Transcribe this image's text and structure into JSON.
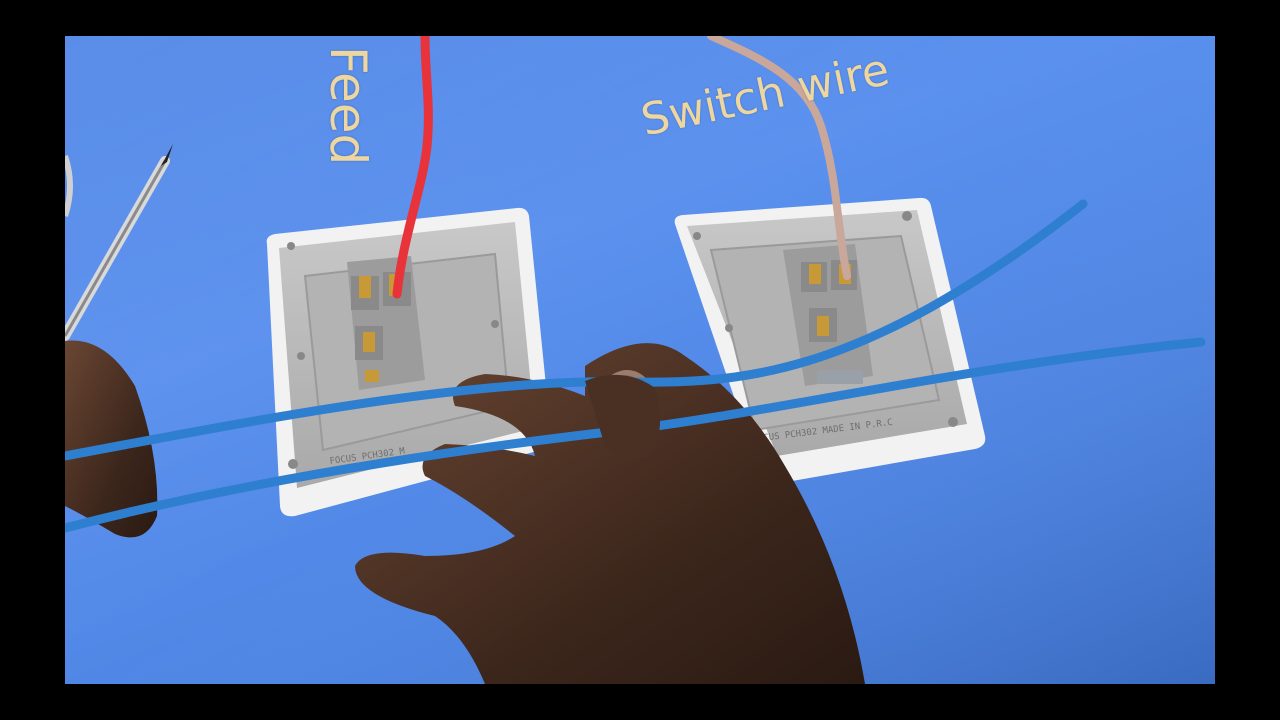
{
  "captions": {
    "feed": "Feed",
    "switch_wire": "Switch wire"
  },
  "switches": {
    "left_print": "FOCUS PCH302 M",
    "right_print": "FOCUS PCH302 MADE IN P.R.C"
  },
  "colors": {
    "background_mat": "#4f86e6",
    "feed_wire": "#e8333b",
    "switch_wire": "#c9a79b",
    "blue_wire": "#2f7fd1",
    "switch_body": "#bfbfbf",
    "caption_text": "#eed6a0"
  }
}
